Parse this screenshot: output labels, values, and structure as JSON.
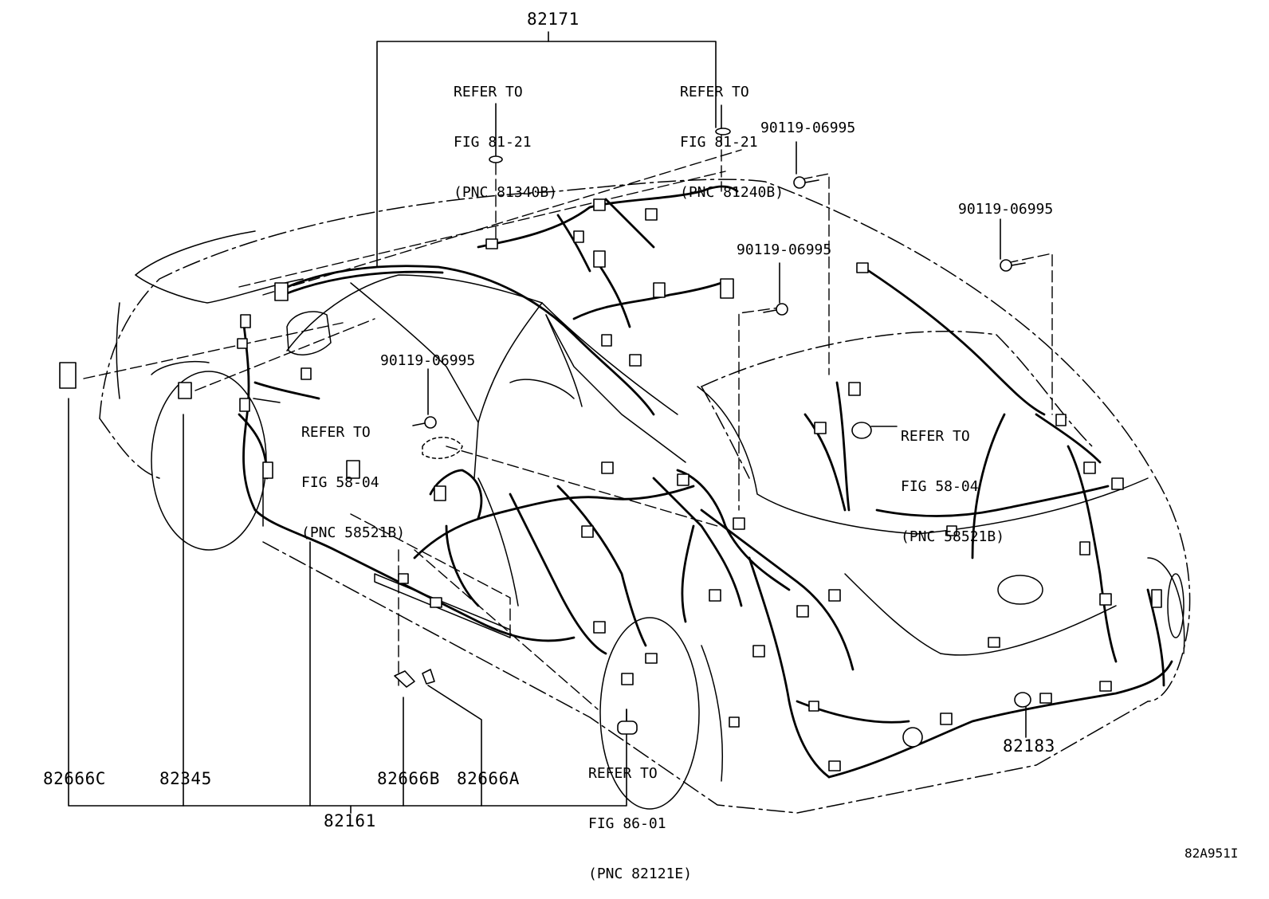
{
  "diagram_id": "82A951I",
  "parts": {
    "p82171": "82171",
    "p82161": "82161",
    "p82183": "82183",
    "p82666C": "82666C",
    "p82345": "82345",
    "p82666B": "82666B",
    "p82666A": "82666A"
  },
  "bolts": {
    "b1": "90119-06995",
    "b2": "90119-06995",
    "b3": "90119-06995",
    "b4": "90119-06995"
  },
  "refs": {
    "r1": [
      "REFER TO",
      "FIG 81-21",
      "(PNC 81340B)"
    ],
    "r2": [
      "REFER TO",
      "FIG 81-21",
      "(PNC 81240B)"
    ],
    "r3": [
      "REFER TO",
      "FIG 58-04",
      "(PNC 58521B)"
    ],
    "r4": [
      "REFER TO",
      "FIG 58-04",
      "(PNC 58521B)"
    ],
    "r5": [
      "REFER TO",
      "FIG 86-01",
      "(PNC 82121E)"
    ]
  }
}
